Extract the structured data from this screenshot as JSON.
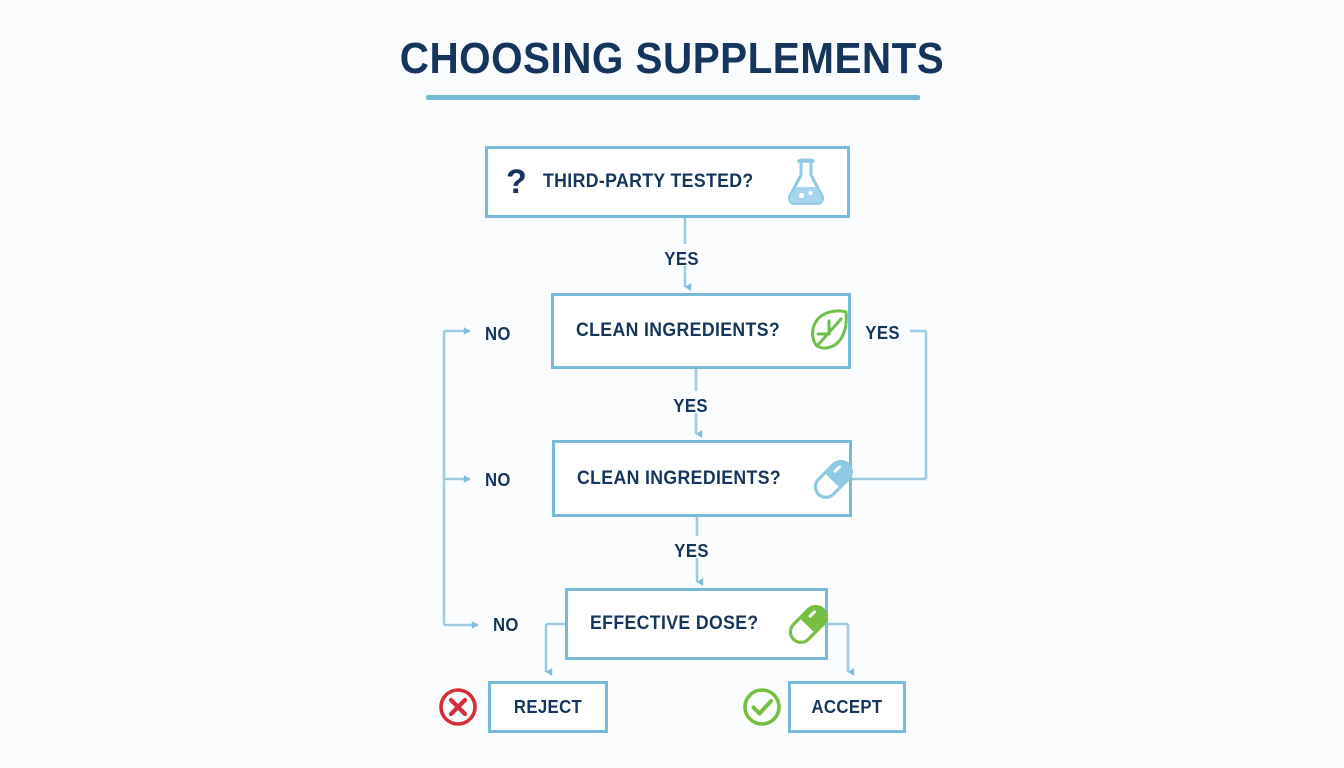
{
  "page": {
    "title": "CHOOSING SUPPLEMENTS",
    "background_color": "#fbfcfd",
    "accent_blue": "#79bad9",
    "navy": "#16355c",
    "green": "#76bf43",
    "red": "#d32f3a"
  },
  "flowchart": {
    "type": "decision-flowchart",
    "nodes": [
      {
        "id": "tested",
        "label": "THIRD-PARTY TESTED?",
        "icon": "flask-icon",
        "prefix": "?",
        "shape": "rect"
      },
      {
        "id": "clean_leaf",
        "label": "CLEAN INGREDIENTS?",
        "icon": "leaf-icon",
        "shape": "rect"
      },
      {
        "id": "clean_pill",
        "label": "CLEAN INGREDIENTS?",
        "icon": "blue-capsule-icon",
        "shape": "rect"
      },
      {
        "id": "dose",
        "label": "EFFECTIVE DOSE?",
        "icon": "green-capsule-icon",
        "shape": "rect"
      },
      {
        "id": "reject",
        "label": "REJECT",
        "icon": "circle-x-icon",
        "shape": "rect"
      },
      {
        "id": "accept",
        "label": "ACCEPT",
        "icon": "circle-check-icon",
        "shape": "rect"
      }
    ],
    "edges": [
      {
        "from": "tested",
        "to": "clean_leaf",
        "label": "YES"
      },
      {
        "from": "clean_leaf",
        "to": "clean_pill",
        "label": "YES"
      },
      {
        "from": "clean_pill",
        "to": "dose",
        "label": "YES"
      },
      {
        "from": "clean_leaf",
        "to": "reject",
        "label": "NO"
      },
      {
        "from": "clean_pill",
        "to": "reject",
        "label": "NO"
      },
      {
        "from": "dose",
        "to": "reject",
        "label": "NO"
      },
      {
        "from": "clean_leaf",
        "to": "clean_pill",
        "label": "YES"
      },
      {
        "from": "dose",
        "to": "accept",
        "label": "YES"
      }
    ],
    "labels": {
      "yes_1": "YES",
      "yes_2": "YES",
      "yes_3": "YES",
      "yes_right": "YES",
      "no_1": "NO",
      "no_2": "NO",
      "no_3": "NO"
    }
  }
}
